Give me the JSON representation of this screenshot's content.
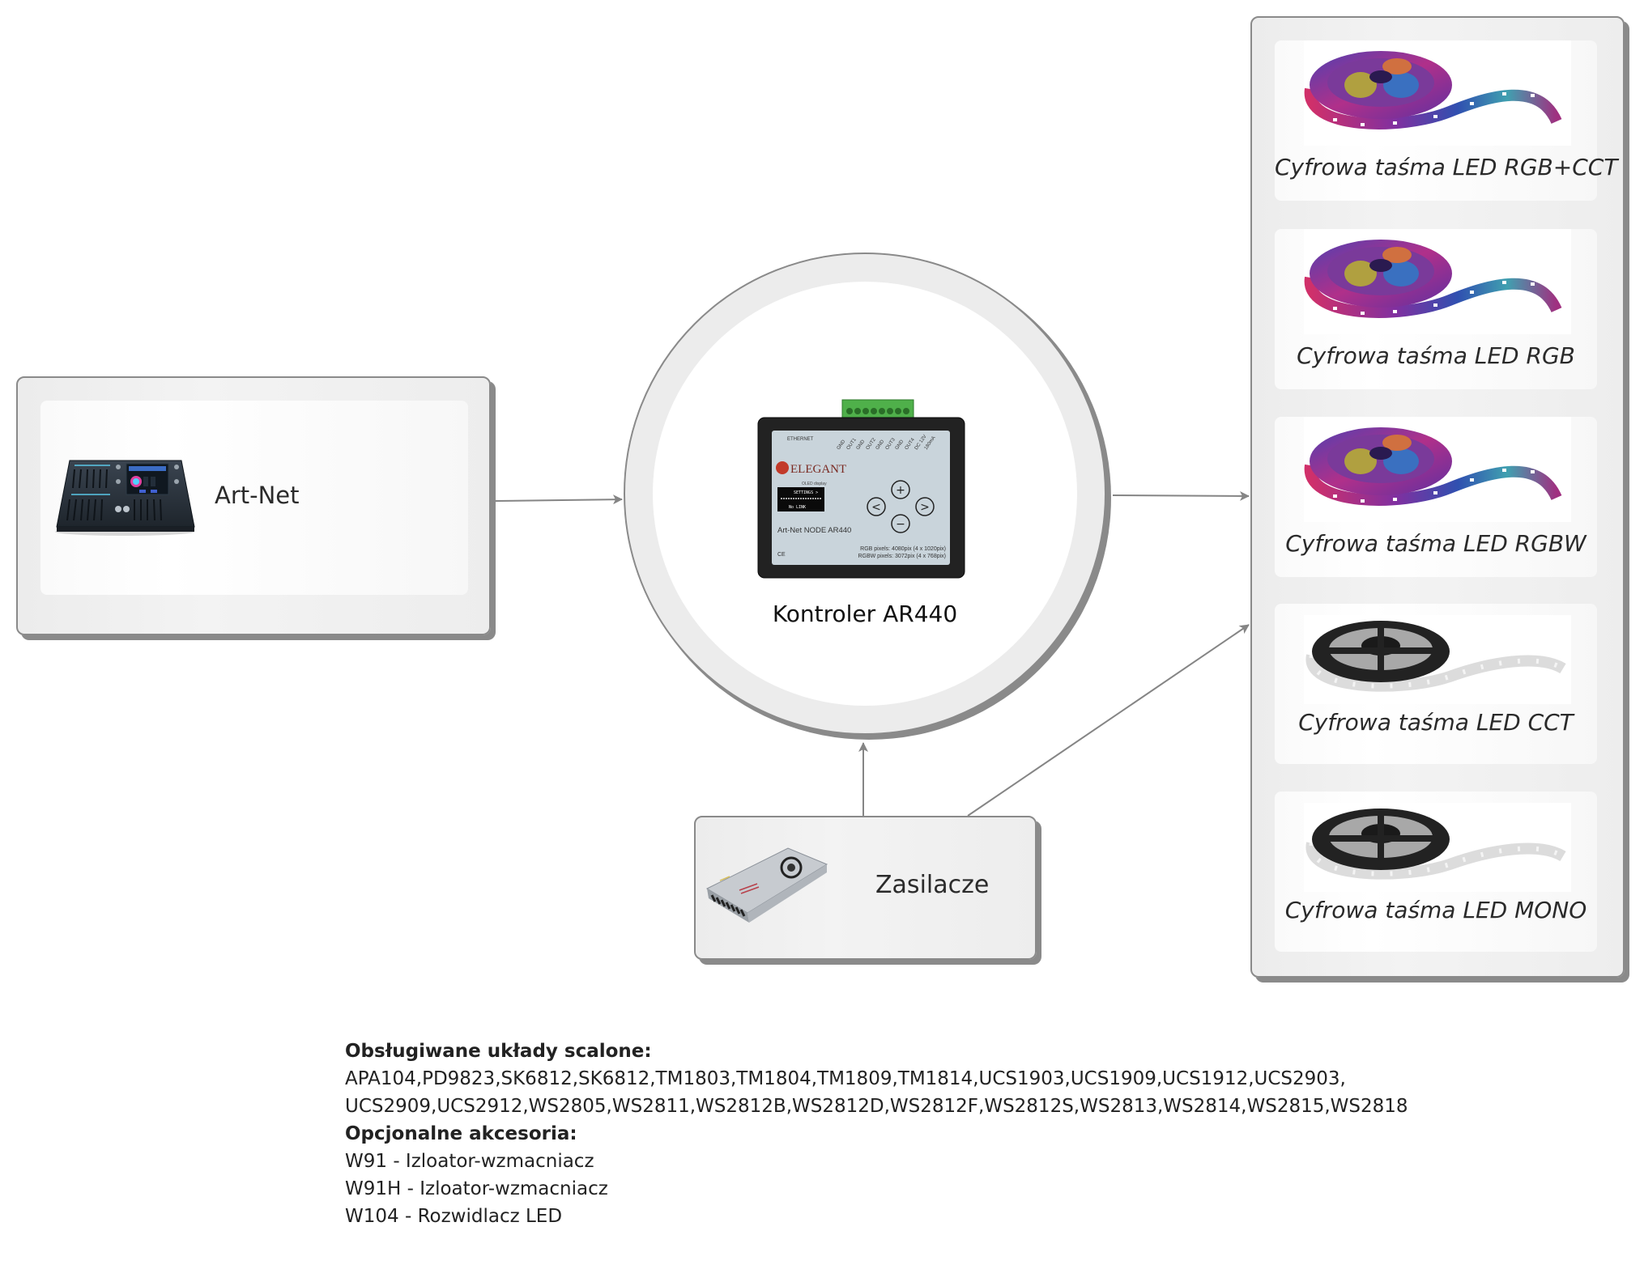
{
  "diagram": {
    "source_node": {
      "label": "Art-Net",
      "image_icon": "lighting-console-icon"
    },
    "controller_node": {
      "label": "Kontroler AR440",
      "device": {
        "brand": "ELEGANT",
        "ethernet_label": "ETHERNET",
        "terminal_labels": [
          "GND",
          "OUT1",
          "GND",
          "OUT2",
          "GND",
          "OUT3",
          "GND",
          "OUT4",
          "DC 12V",
          "180mA"
        ],
        "display_label": "OLED display",
        "display_lines": [
          "SETTINGS >",
          "No LINK"
        ],
        "model": "Art-Net NODE AR440",
        "rgb_pixels": "RGB pixels: 4080pix (4 x 1020pix)",
        "rgbw_pixels": "RGBW pixels: 3072pix  (4 x 768pix)",
        "ce_mark": "CE",
        "buttons": [
          "+",
          "<",
          ">",
          "−"
        ]
      }
    },
    "power_node": {
      "label": "Zasilacze",
      "image_icon": "power-supply-icon"
    },
    "output_nodes": [
      {
        "label": "Cyfrowa taśma LED RGB+CCT",
        "strip_type": "rgb"
      },
      {
        "label": "Cyfrowa taśma LED RGB",
        "strip_type": "rgb"
      },
      {
        "label": "Cyfrowa taśma LED RGBW",
        "strip_type": "rgb"
      },
      {
        "label": "Cyfrowa taśma LED CCT",
        "strip_type": "white"
      },
      {
        "label": "Cyfrowa taśma LED MONO",
        "strip_type": "white"
      }
    ],
    "connections": [
      {
        "from": "Art-Net",
        "to": "Kontroler AR440"
      },
      {
        "from": "Kontroler AR440",
        "to": "Cyfrowe taśmy LED"
      },
      {
        "from": "Zasilacze",
        "to": "Kontroler AR440"
      },
      {
        "from": "Zasilacze",
        "to": "Cyfrowe taśmy LED"
      }
    ],
    "colors": {
      "border": "#8a8a8a",
      "arrow": "#858585",
      "card_bg": "#ededed"
    }
  },
  "info": {
    "chips_heading": "Obsługiwane układy scalone:",
    "chips_line1": "APA104,PD9823,SK6812,SK6812,TM1803,TM1804,TM1809,TM1814,UCS1903,UCS1909,UCS1912,UCS2903,",
    "chips_line2": "UCS2909,UCS2912,WS2805,WS2811,WS2812B,WS2812D,WS2812F,WS2812S,WS2813,WS2814,WS2815,WS2818",
    "accessories_heading": "Opcjonalne akcesoria:",
    "accessories": [
      "W91 - Izloator-wzmacniacz",
      "W91H - Izloator-wzmacniacz",
      "W104 - Rozwidlacz LED"
    ]
  }
}
